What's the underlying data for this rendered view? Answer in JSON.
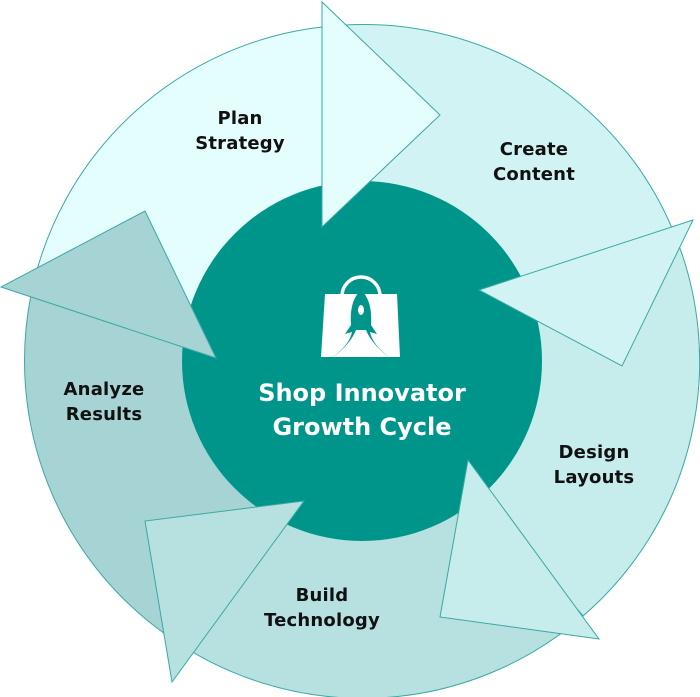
{
  "title": {
    "line1": "Shop Innovator",
    "line2": "Growth Cycle"
  },
  "icon": "shopping-bag-rocket-icon",
  "steps": [
    {
      "line1": "Plan",
      "line2": "Strategy",
      "color": "#e4fdfd"
    },
    {
      "line1": "Create",
      "line2": "Content",
      "color": "#d2f3f3"
    },
    {
      "line1": "Design",
      "line2": "Layouts",
      "color": "#c6ecec"
    },
    {
      "line1": "Build",
      "line2": "Technology",
      "color": "#b6e1e0"
    },
    {
      "line1": "Analyze",
      "line2": "Results",
      "color": "#a6d3d3"
    }
  ],
  "colors": {
    "center": "#00958a",
    "stroke": "#3aa9a3"
  }
}
